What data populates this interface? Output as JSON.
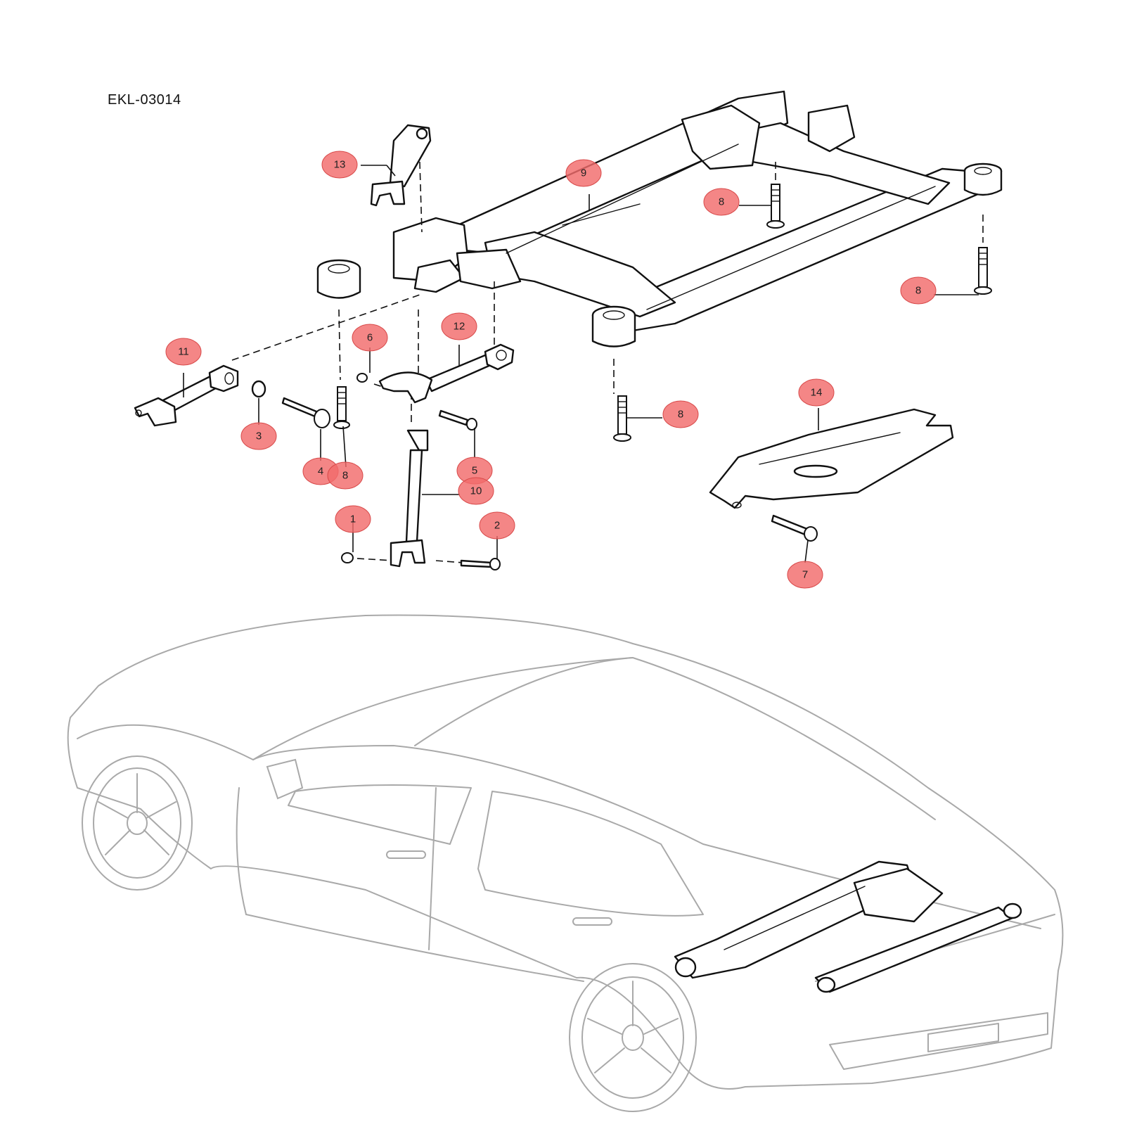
{
  "figure": {
    "id_label": "EKL-03014"
  },
  "callouts": [
    {
      "n": "1"
    },
    {
      "n": "2"
    },
    {
      "n": "3"
    },
    {
      "n": "4"
    },
    {
      "n": "5"
    },
    {
      "n": "6"
    },
    {
      "n": "7"
    },
    {
      "n": "8"
    },
    {
      "n": "8"
    },
    {
      "n": "8"
    },
    {
      "n": "8"
    },
    {
      "n": "9"
    },
    {
      "n": "10"
    },
    {
      "n": "11"
    },
    {
      "n": "12"
    },
    {
      "n": "13"
    },
    {
      "n": "14"
    }
  ],
  "colors": {
    "callout_fill": "#f26b6b",
    "line_art": "#111111",
    "vehicle_outline": "#a9a9a9"
  },
  "icons": [
    "subframe-assembly",
    "control-arm",
    "bolt",
    "nut",
    "washer",
    "vehicle-outline"
  ]
}
